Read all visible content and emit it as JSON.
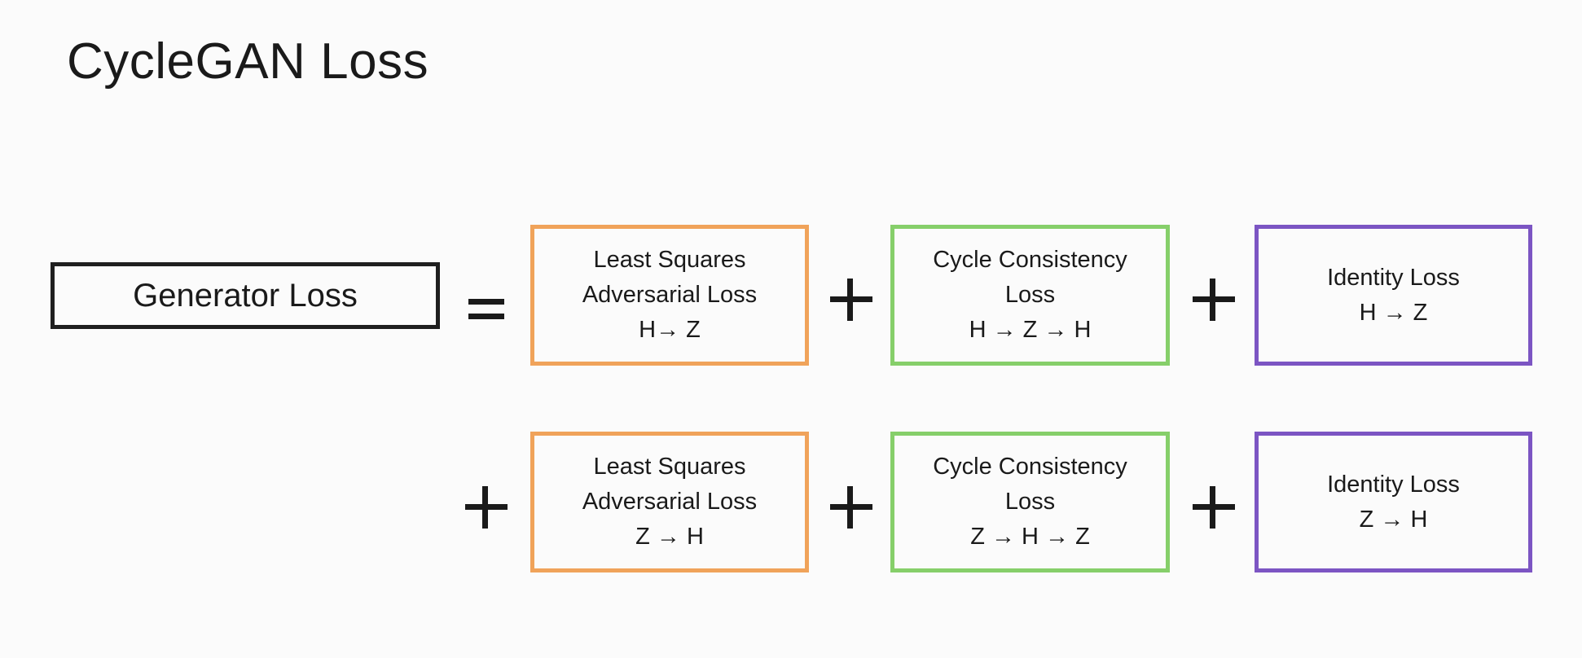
{
  "title": "CycleGAN Loss",
  "generator_loss": "Generator Loss",
  "colors": {
    "adversarial": "#f0a35a",
    "cycle": "#86cf6a",
    "identity": "#7c55c3",
    "generator": "#1f1f1f"
  },
  "row1": {
    "adversarial": {
      "line1": "Least Squares",
      "line2": "Adversarial Loss",
      "line3": "H→ Z"
    },
    "cycle": {
      "line1": "Cycle Consistency",
      "line2": "Loss",
      "line3": "H → Z → H"
    },
    "identity": {
      "line1": "Identity Loss",
      "line2": "H → Z"
    }
  },
  "row2": {
    "adversarial": {
      "line1": "Least Squares",
      "line2": "Adversarial Loss",
      "line3": "Z → H"
    },
    "cycle": {
      "line1": "Cycle Consistency",
      "line2": "Loss",
      "line3": "Z → H → Z"
    },
    "identity": {
      "line1": "Identity Loss",
      "line2": "Z → H"
    }
  }
}
